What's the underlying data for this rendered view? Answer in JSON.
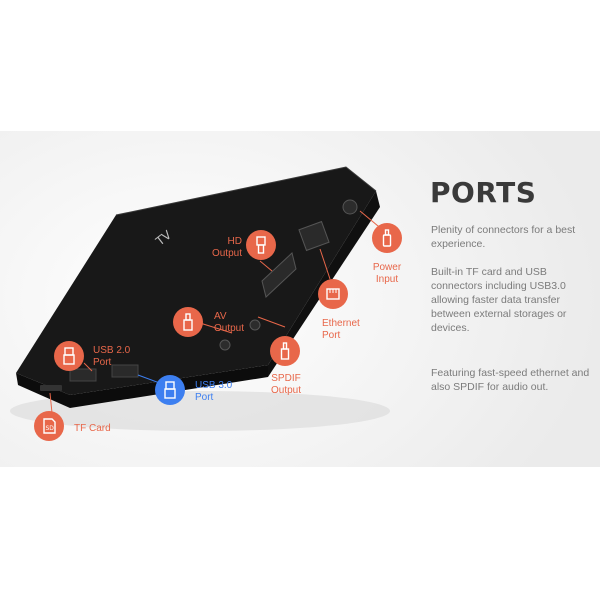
{
  "panel": {
    "title": "PORTS",
    "paragraphs": [
      "Plenity of connectors for a best experience.",
      "Built-in TF card and USB connectors including USB3.0 allowing faster data transfer between external storages or devices.",
      "Featuring fast-speed ethernet and also SPDIF for audio out."
    ]
  },
  "device": {
    "logo": "TV"
  },
  "callouts": {
    "hd_output": "HD\nOutput",
    "av_output": "AV\nOutput",
    "usb2_port": "USB 2.0\nPort",
    "usb3_port": "USB 3.0\nPort",
    "tf_card": "TF Card",
    "spdif_output": "SPDIF\nOutput",
    "ethernet_port": "Ethernet\nPort",
    "power_input": "Power\nInput",
    "tf_icon_text": "SD"
  },
  "colors": {
    "accent": "#e8674a",
    "blue_accent": "#3d7ff0",
    "heading": "#3a3a3a",
    "body_text": "#7b7b7b"
  },
  "icons": [
    "hdmi-plug-icon",
    "av-plug-icon",
    "usb-plug-icon",
    "sd-card-icon",
    "rca-plug-icon",
    "ethernet-plug-icon",
    "power-plug-icon"
  ]
}
